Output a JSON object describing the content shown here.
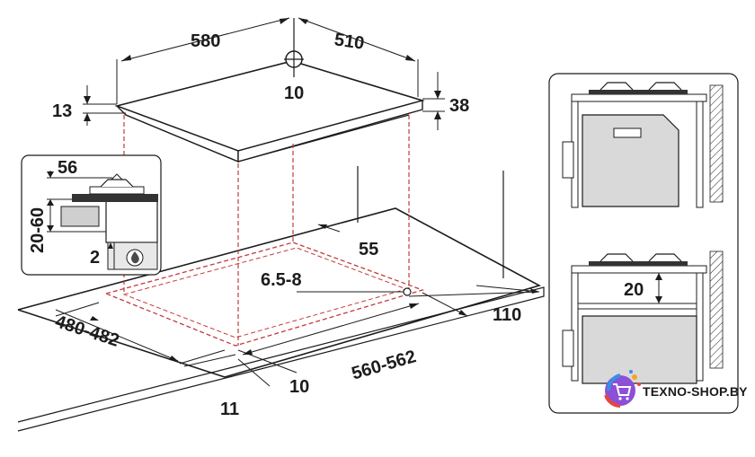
{
  "dimensions": {
    "hob_width": "580",
    "hob_depth": "510",
    "gas_inlet_offset": "10",
    "glass_thickness": "13",
    "hob_height": "38",
    "cutout_corner_radius": "55",
    "screw_hole": "6.5-8",
    "cutout_depth": "480-482",
    "cutout_width": "560-562",
    "rear_clearance": "110",
    "front_offset_10": "10",
    "front_offset_11": "11"
  },
  "inset_left": {
    "top_clearance": "56",
    "worktop_thickness": "20-60",
    "gap": "2"
  },
  "inset_right": {
    "separator_gap": "20"
  },
  "watermark": {
    "text": "TEXNO-SHOP.BY",
    "cart_icon": "shopping-cart-icon",
    "colors": [
      "#e8453c",
      "#f4a523",
      "#3a8ee6",
      "#8c4fd6"
    ]
  }
}
